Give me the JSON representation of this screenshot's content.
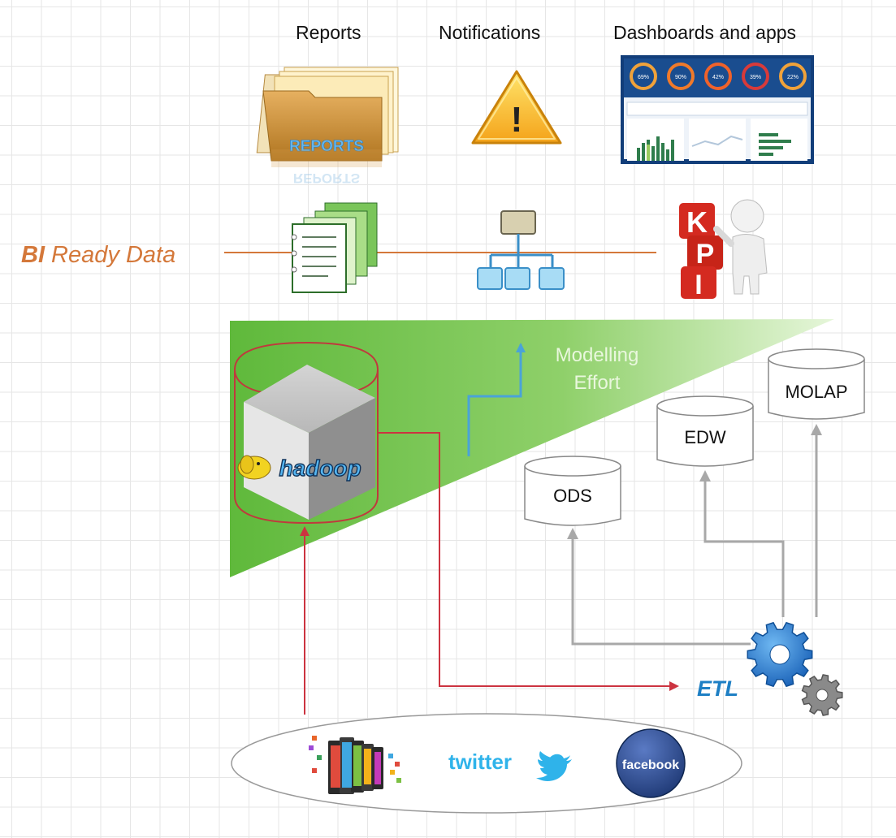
{
  "headers": {
    "reports": "Reports",
    "notifications": "Notifications",
    "dashboards": "Dashboards and apps"
  },
  "bi_ready": {
    "bold": "BI",
    "rest": " Ready Data",
    "color": "#d4783a"
  },
  "reports_icon": {
    "label": "REPORTS",
    "icon": "folder-icon"
  },
  "notification_icon": {
    "symbol": "!",
    "icon": "warning-icon"
  },
  "dashboard": {
    "icon": "dashboard-icon",
    "gauges": [
      "69%",
      "90%",
      "42%",
      "39%",
      "22%"
    ]
  },
  "kpi": {
    "letters": [
      "K",
      "P",
      "I"
    ],
    "icon": "kpi-figure-icon"
  },
  "triangle": {
    "label_line1": "Modelling",
    "label_line2": "Effort",
    "color": "#6cc24a"
  },
  "hadoop": {
    "label": "hadoop",
    "icon": "hadoop-cube-icon"
  },
  "stores": {
    "ods": "ODS",
    "edw": "EDW",
    "molap": "MOLAP"
  },
  "etl": {
    "label": "ETL",
    "icon": "gears-icon",
    "color": "#1e7fc4"
  },
  "sources": {
    "mobile_icon": "mobile-devices-icon",
    "twitter": "twitter",
    "facebook": "facebook"
  },
  "colors": {
    "hadoop_flow": "#cc3340",
    "etl_flow": "#a8a8a8",
    "modelling_arrow": "#4aa3d8",
    "bi_line": "#d4783a"
  }
}
